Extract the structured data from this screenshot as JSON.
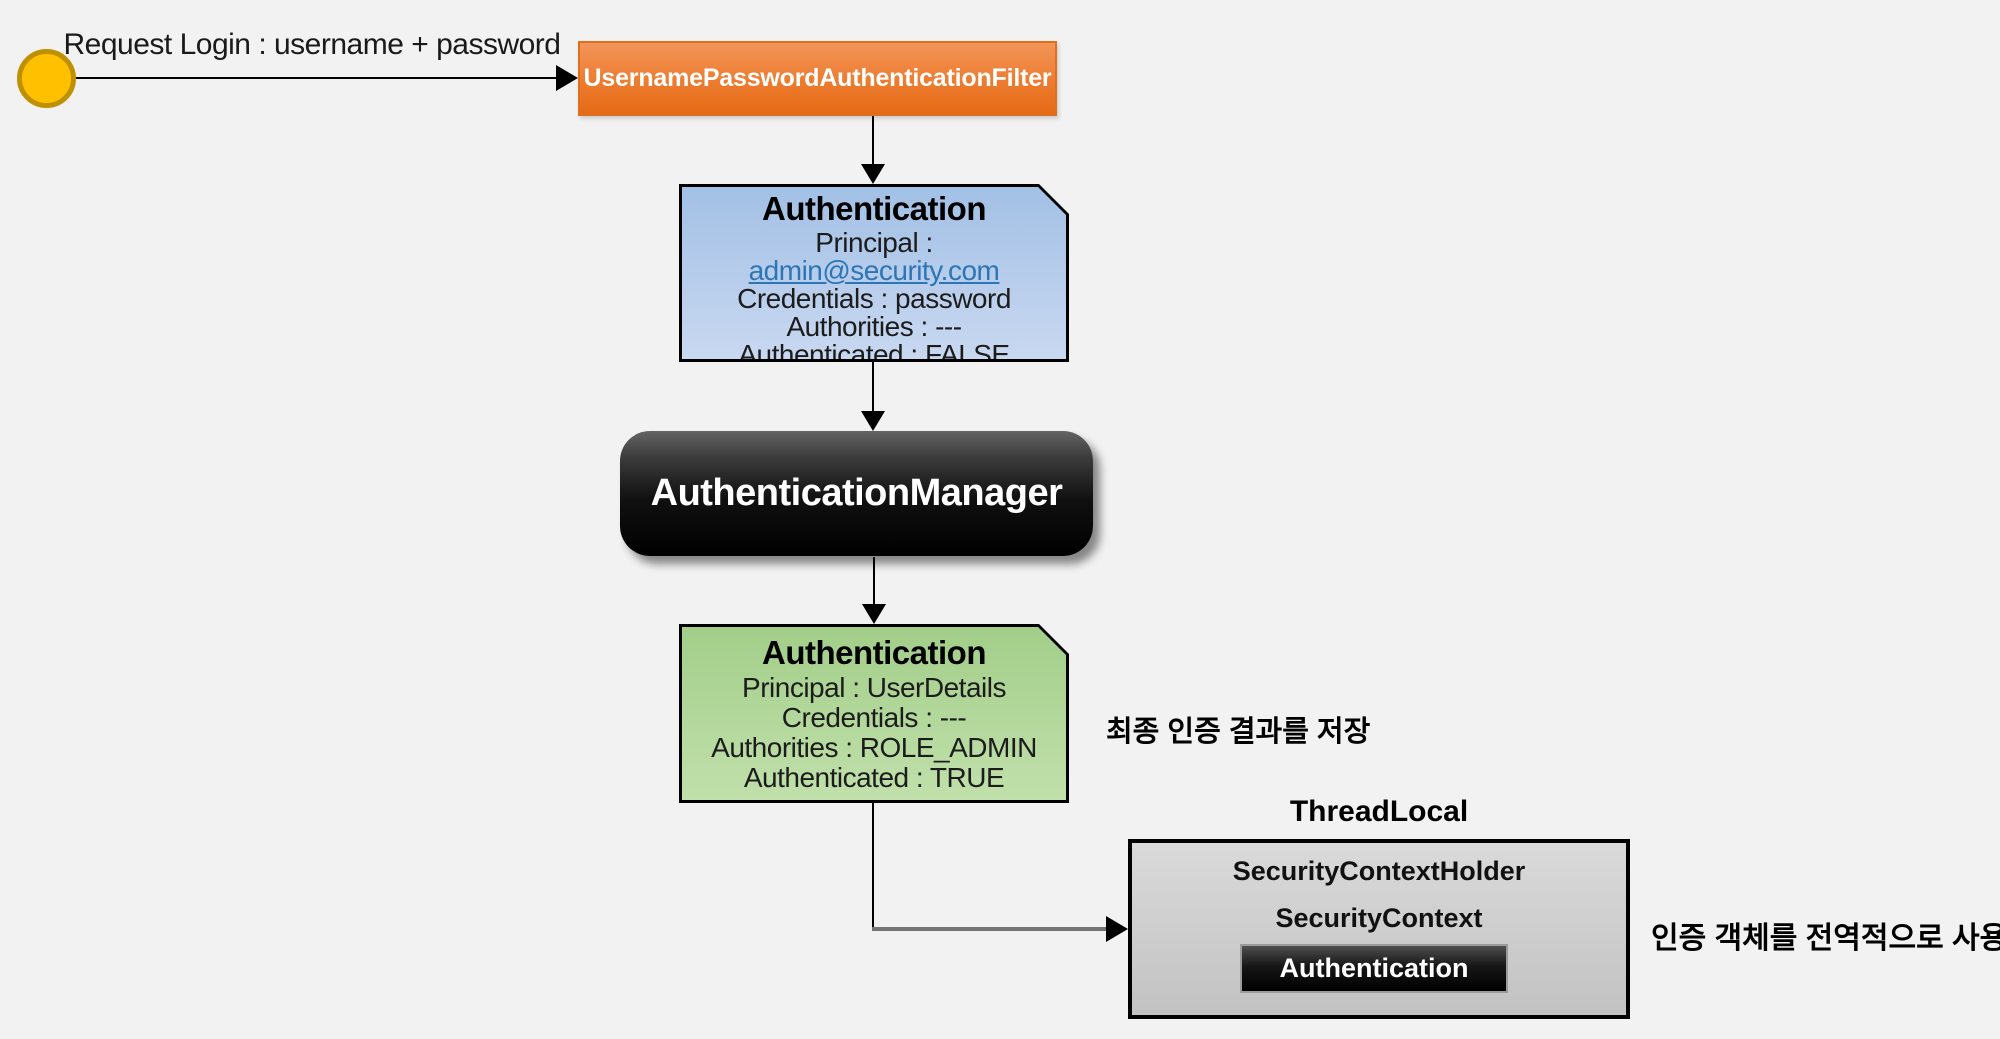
{
  "colors": {
    "background": "#F2F2F2",
    "start_fill": "#FFC000",
    "start_stroke": "#BF9000",
    "filter_orange": "#ED7D31",
    "auth_unauth_blue": "#AFC8E9",
    "auth_auth_green": "#A8D08F",
    "link_blue": "#2E75B6",
    "threadlocal_gray": "#D2D2D2",
    "manager_black": "#000000"
  },
  "request": {
    "label": "Request Login : username + password"
  },
  "filter": {
    "label": "UsernamePasswordAuthenticationFilter"
  },
  "auth_unauthenticated": {
    "title": "Authentication",
    "principal_label": "Principal :",
    "principal_link": "admin@security.com",
    "credentials": "Credentials : password",
    "authorities": "Authorities : ---",
    "authenticated": "Authenticated : FALSE"
  },
  "manager": {
    "label": "AuthenticationManager"
  },
  "auth_authenticated": {
    "title": "Authentication",
    "principal": "Principal : UserDetails",
    "credentials": "Credentials : ---",
    "authorities": "Authorities : ROLE_ADMIN",
    "authenticated": "Authenticated : TRUE"
  },
  "threadlocal": {
    "caption": "ThreadLocal",
    "holder": "SecurityContextHolder",
    "context": "SecurityContext",
    "authentication": "Authentication"
  },
  "annotations": {
    "store_result": "최종 인증 결과를 저장",
    "global_use": "인증 객체를 전역적으로 사용"
  }
}
